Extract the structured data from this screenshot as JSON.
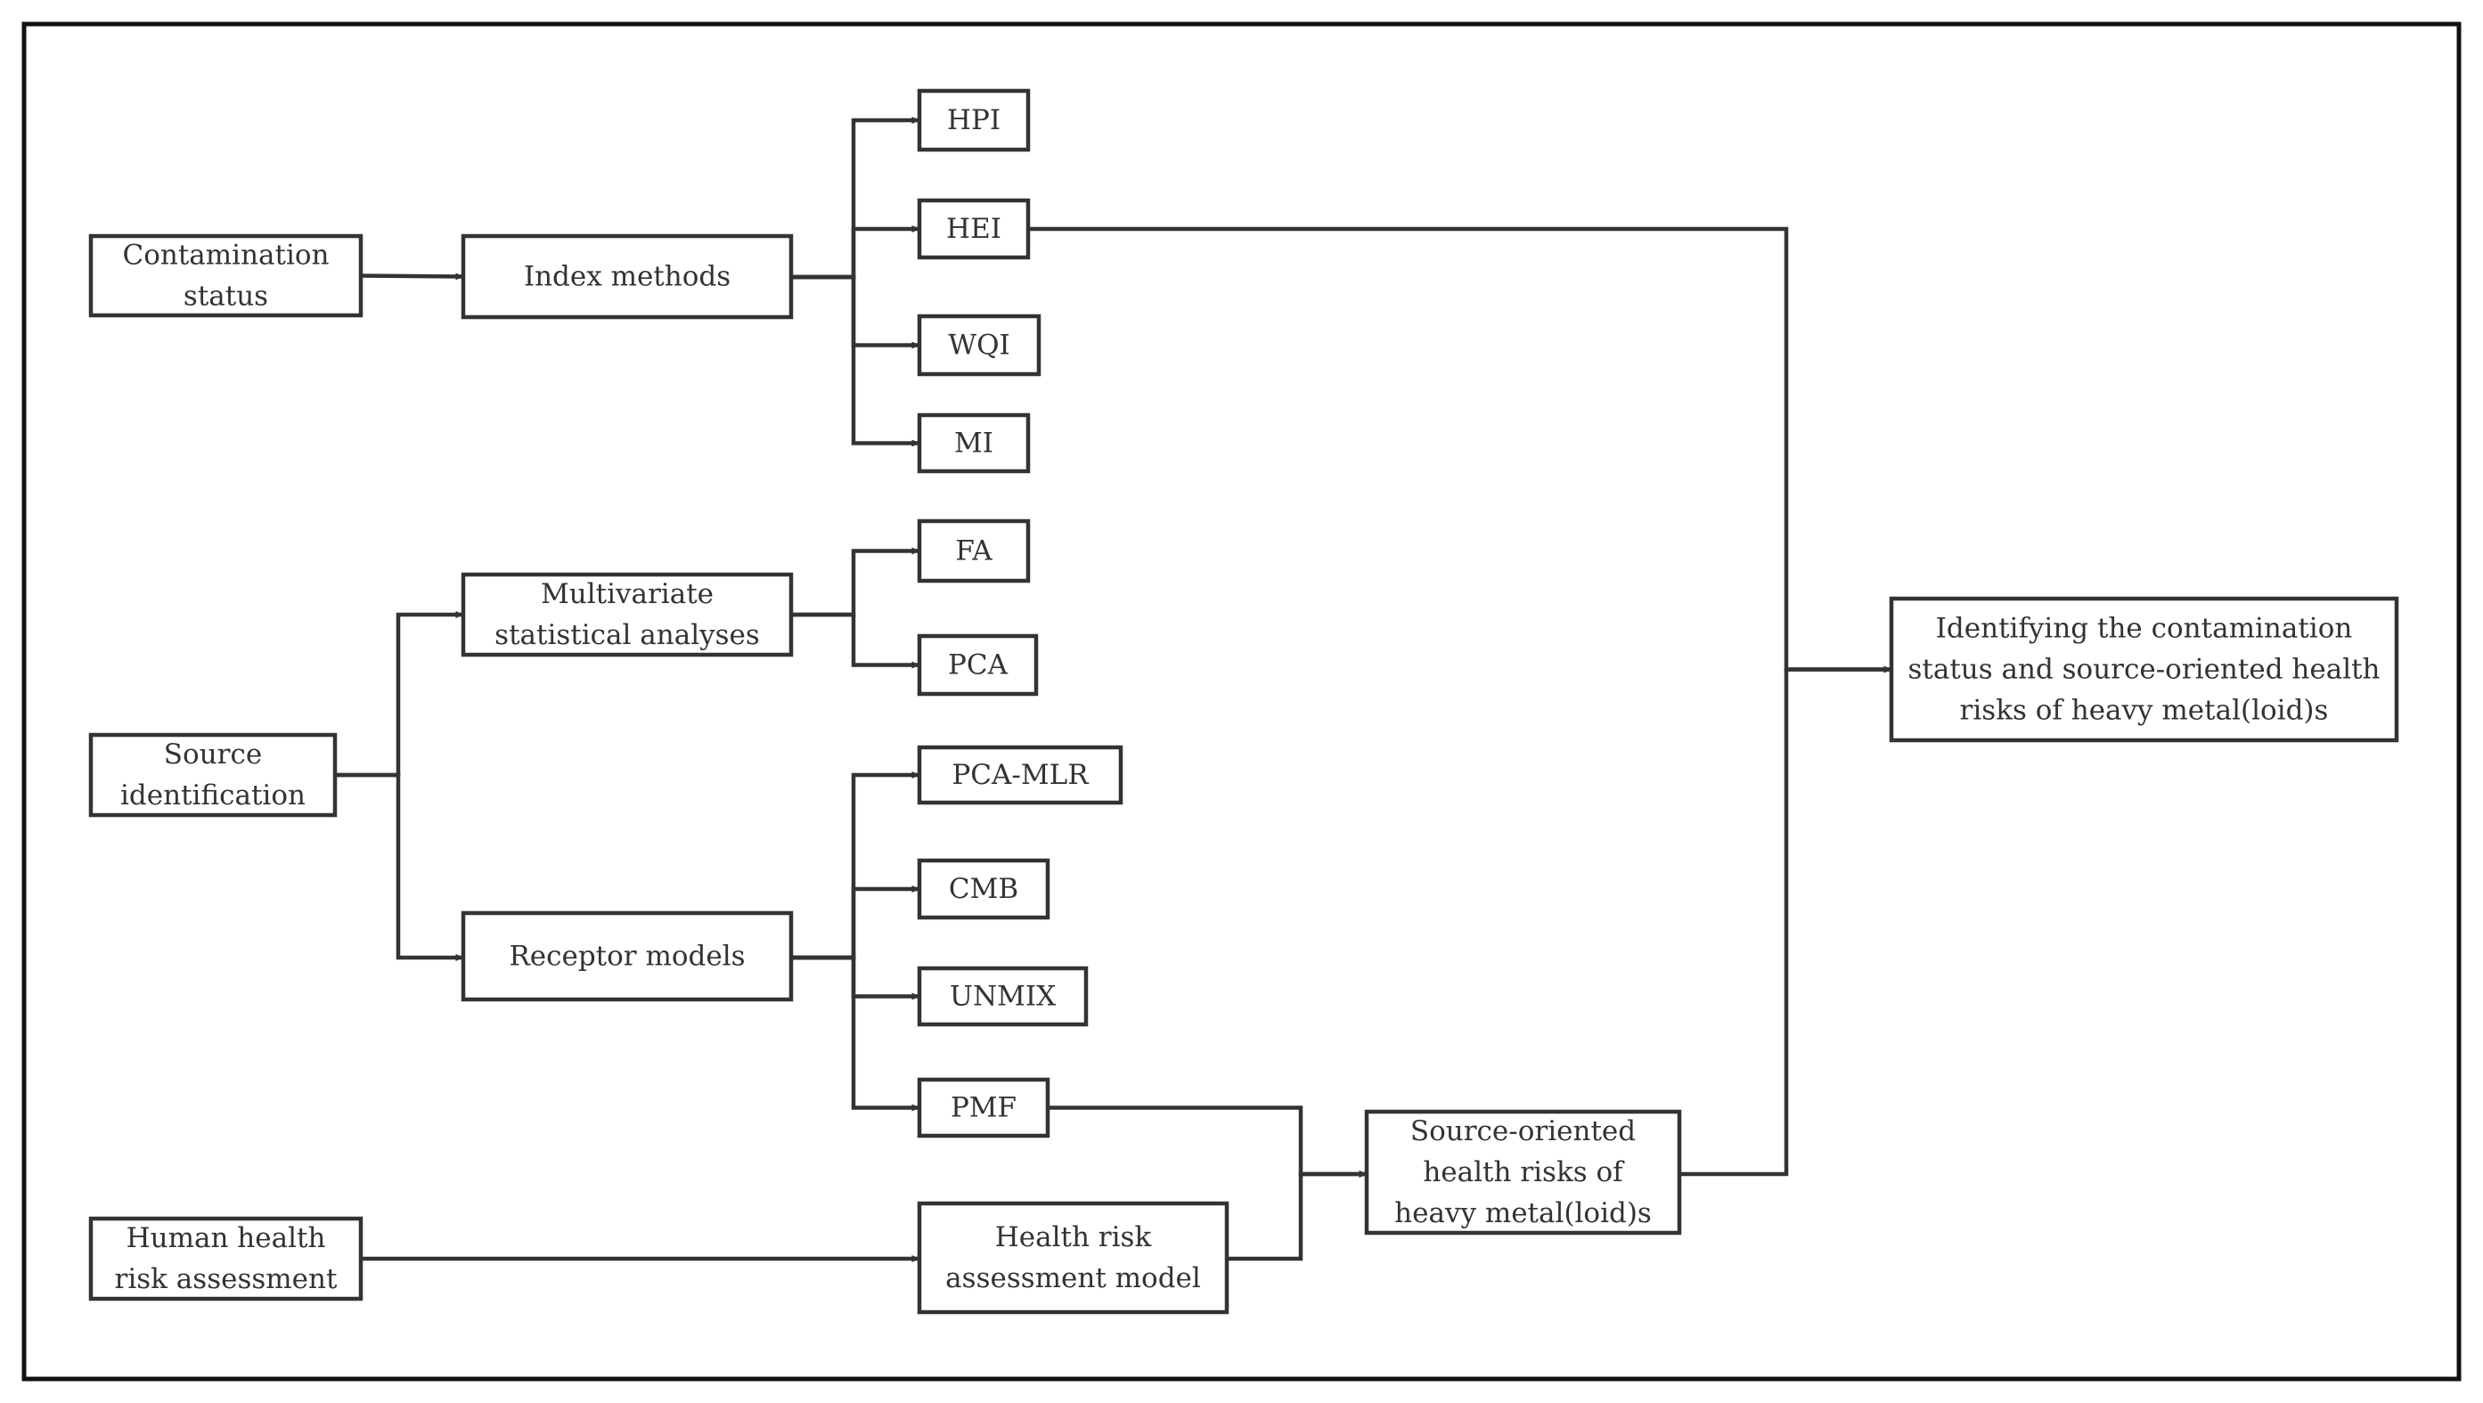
{
  "diagram": {
    "nodes": {
      "contamination_status": [
        "Contamination",
        "status"
      ],
      "index_methods": [
        "Index methods"
      ],
      "hpi": [
        "HPI"
      ],
      "hei": [
        "HEI"
      ],
      "wqi": [
        "WQI"
      ],
      "mi": [
        "MI"
      ],
      "source_identification": [
        "Source",
        "identification"
      ],
      "multivariate": [
        "Multivariate",
        "statistical analyses"
      ],
      "fa": [
        "FA"
      ],
      "pca": [
        "PCA"
      ],
      "receptor_models": [
        "Receptor models"
      ],
      "pca_mlr": [
        "PCA-MLR"
      ],
      "cmb": [
        "CMB"
      ],
      "unmix": [
        "UNMIX"
      ],
      "pmf": [
        "PMF"
      ],
      "human_health": [
        "Human health",
        "risk assessment"
      ],
      "health_risk_model": [
        "Health risk",
        "assessment model"
      ],
      "source_oriented": [
        "Source-oriented",
        "health risks of",
        "heavy metal(loid)s"
      ],
      "identifying": [
        "Identifying the contamination",
        "status  and source-oriented health",
        "risks of heavy metal(loid)s"
      ]
    },
    "edges": [
      [
        "contamination_status",
        "index_methods"
      ],
      [
        "index_methods",
        "hpi"
      ],
      [
        "index_methods",
        "hei"
      ],
      [
        "index_methods",
        "wqi"
      ],
      [
        "index_methods",
        "mi"
      ],
      [
        "source_identification",
        "multivariate"
      ],
      [
        "source_identification",
        "receptor_models"
      ],
      [
        "multivariate",
        "fa"
      ],
      [
        "multivariate",
        "pca"
      ],
      [
        "receptor_models",
        "pca_mlr"
      ],
      [
        "receptor_models",
        "cmb"
      ],
      [
        "receptor_models",
        "unmix"
      ],
      [
        "receptor_models",
        "pmf"
      ],
      [
        "pmf",
        "source_oriented"
      ],
      [
        "human_health",
        "health_risk_model"
      ],
      [
        "health_risk_model",
        "source_oriented"
      ],
      [
        "hei",
        "identifying"
      ],
      [
        "source_oriented",
        "identifying"
      ]
    ]
  }
}
